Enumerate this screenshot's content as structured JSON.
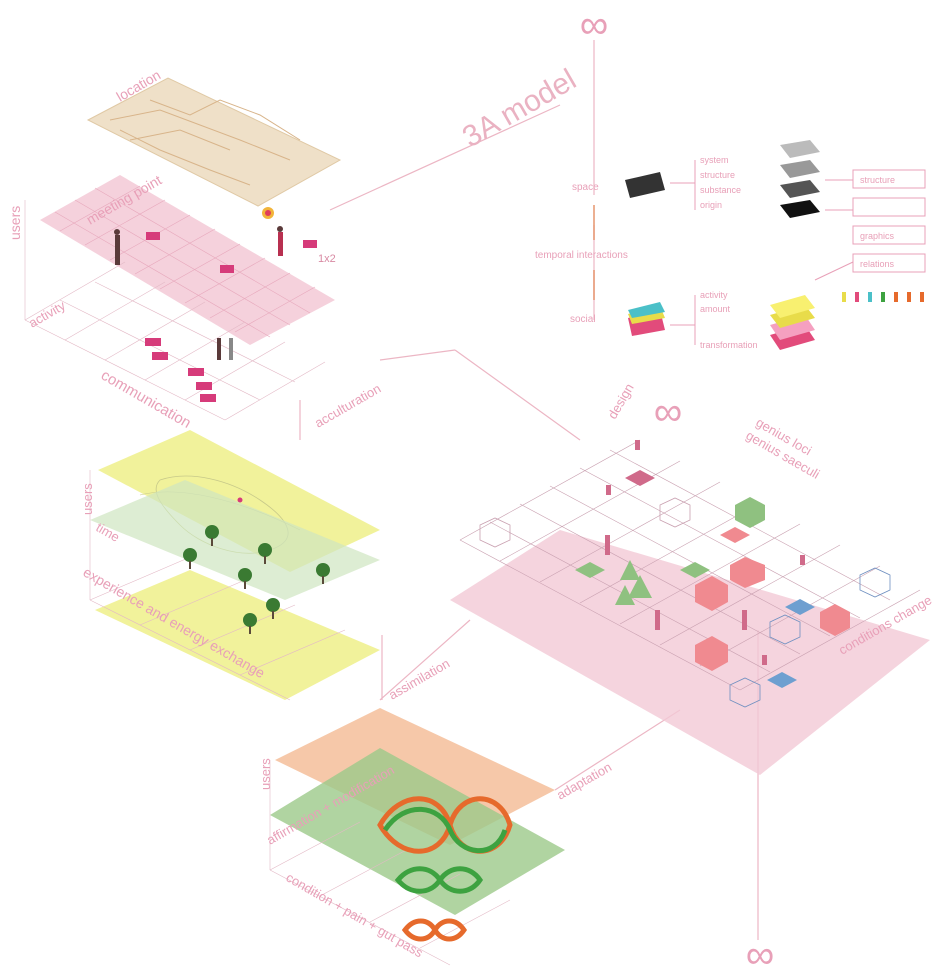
{
  "model_title": "3A model",
  "labels": {
    "location": "location",
    "meeting_point": "meeting point",
    "users_top": "users",
    "activity": "activity",
    "communication": "communication",
    "acculturation": "acculturation",
    "users_mid": "users",
    "time": "time",
    "experience": "experience and energy exchange",
    "assimilation": "assimilation",
    "users_bottom": "users",
    "affirmation": "affirmation + modification",
    "condition": "condition + pain + gut pass",
    "adaptation": "adaptation",
    "design": "design",
    "genius_loci": "genius loci",
    "genius_saeculi": "genius saeculi",
    "conditions_change": "conditions change",
    "space": "space",
    "social": "social",
    "temporal_interactions": "temporal interactions",
    "list_a": [
      "system",
      "structure",
      "substance",
      "origin"
    ],
    "list_b": [
      "activity",
      "amount",
      "transformation"
    ],
    "boxes": [
      "structure",
      "",
      "graphics",
      "relations"
    ],
    "scale_label": "1x2"
  },
  "symbols": {
    "infinity": "∞"
  },
  "colors": {
    "pink": "#e8a0b8",
    "pink_plane": "#f3c9d6",
    "magenta": "#d63b7a",
    "beige": "#efe0c8",
    "yellow": "#eef08a",
    "green": "#9cc98a",
    "orange": "#f3b58c",
    "line": "#e6a7b9",
    "tree": "#3a7a32",
    "blue": "#6e9fd0"
  }
}
